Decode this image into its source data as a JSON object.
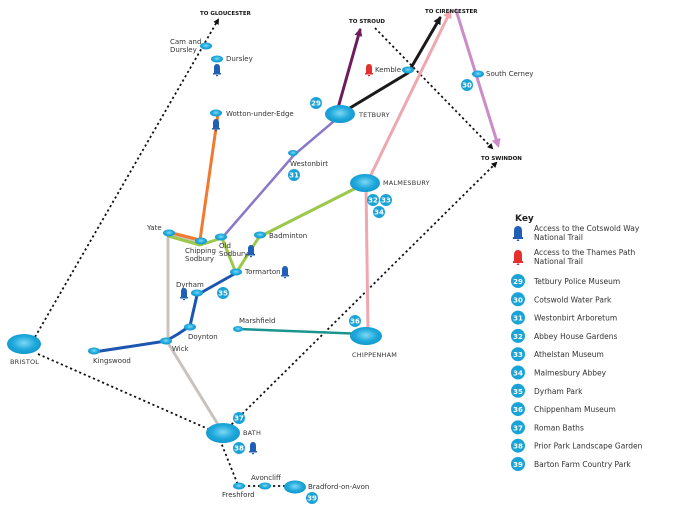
{
  "map": {
    "colors": {
      "node": "#1aa3d6",
      "badge": "#1aa3d6",
      "cotswold_icon": "#1f5fb5",
      "thames_icon": "#e53030",
      "dotted": "#111111"
    },
    "destinations": {
      "gloucester": "TO GLOUCESTER",
      "stroud": "TO STROUD",
      "cirencester": "TO CIRENCESTER",
      "swindon": "TO SWINDON"
    },
    "places": {
      "cam_dursley_1": "Cam and",
      "cam_dursley_2": "Dursley",
      "dursley": "Dursley",
      "wotton": "Wotton-under-Edge",
      "tetbury": "TETBURY",
      "kemble": "Kemble",
      "south_cerney": "South Cerney",
      "westonbirt": "Westonbirt",
      "malmesbury": "MALMESBURY",
      "yate": "Yate",
      "chipping_sodbury_1": "Chipping",
      "chipping_sodbury_2": "Sodbury",
      "old_sodbury_1": "Old",
      "old_sodbury_2": "Sodbury",
      "badminton": "Badminton",
      "tormarton": "Tormarton",
      "dyrham": "Dyrham",
      "doynton": "Doynton",
      "marshfield": "Marshfield",
      "chippenham": "CHIPPENHAM",
      "bristol": "BRISTOL",
      "kingswood": "Kingswood",
      "wick": "Wick",
      "bath": "BATH",
      "freshford": "Freshford",
      "avoncliff": "Avoncliff",
      "bradford": "Bradford-on-Avon"
    },
    "route_colors": {
      "orange": "#f07a30",
      "purple": "#8a78c8",
      "green": "#9ac94a",
      "navy": "#1c56b0",
      "grey": "#c8c3be",
      "teal": "#1a9490",
      "black": "#1a1a1a",
      "plum": "#6e1c5e",
      "pink": "#eea8ae",
      "lilac": "#cc8cc8"
    }
  },
  "badges": {
    "b29": "29",
    "b30": "30",
    "b31": "31",
    "b32": "32",
    "b33": "33",
    "b34": "34",
    "b35": "35",
    "b36": "36",
    "b37": "37",
    "b38": "38",
    "b39": "39"
  },
  "key": {
    "title": "Key",
    "icons": [
      {
        "line1": "Access to the Cotswold Way",
        "line2": "National Trail",
        "icon": "cotswold-way-bell-icon"
      },
      {
        "line1": "Access to the Thames Path",
        "line2": "National Trail",
        "icon": "thames-path-bell-icon"
      }
    ],
    "items": [
      {
        "num": "29",
        "label": "Tetbury Police Museum"
      },
      {
        "num": "30",
        "label": "Cotswold Water Park"
      },
      {
        "num": "31",
        "label": "Westonbirt Arboretum"
      },
      {
        "num": "32",
        "label": "Abbey House Gardens"
      },
      {
        "num": "33",
        "label": "Athelstan Museum"
      },
      {
        "num": "34",
        "label": "Malmesbury Abbey"
      },
      {
        "num": "35",
        "label": "Dyrham Park"
      },
      {
        "num": "36",
        "label": "Chippenham Museum"
      },
      {
        "num": "37",
        "label": "Roman Baths"
      },
      {
        "num": "38",
        "label": "Prior Park Landscape Garden"
      },
      {
        "num": "39",
        "label": "Barton Farm Country Park"
      }
    ]
  }
}
